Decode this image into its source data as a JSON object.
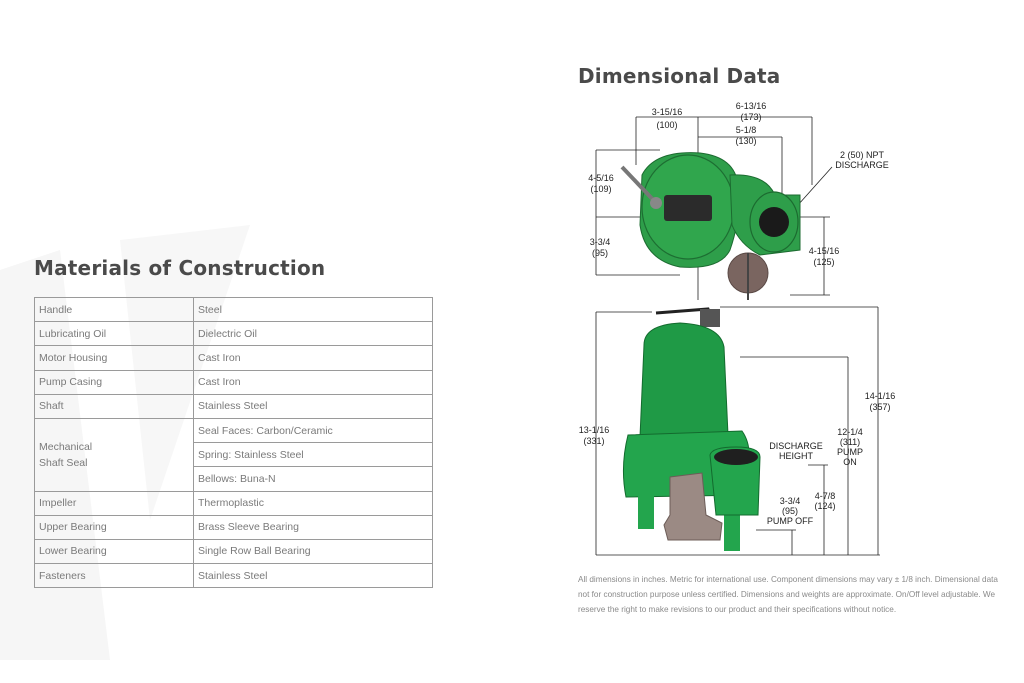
{
  "materials": {
    "title": "Materials of Construction",
    "rows": [
      {
        "part": "Handle",
        "values": [
          "Steel"
        ]
      },
      {
        "part": "Lubricating Oil",
        "values": [
          "Dielectric Oil"
        ]
      },
      {
        "part": "Motor Housing",
        "values": [
          "Cast Iron"
        ]
      },
      {
        "part": "Pump Casing",
        "values": [
          "Cast Iron"
        ]
      },
      {
        "part": "Shaft",
        "values": [
          "Stainless Steel"
        ]
      },
      {
        "part_lines": [
          "Mechanical",
          "Shaft Seal"
        ],
        "values": [
          "Seal Faces: Carbon/Ceramic",
          "Spring: Stainless Steel",
          "Bellows: Buna-N"
        ]
      },
      {
        "part": "Impeller",
        "values": [
          "Thermoplastic"
        ]
      },
      {
        "part": "Upper Bearing",
        "values": [
          "Brass Sleeve Bearing"
        ]
      },
      {
        "part": "Lower Bearing",
        "values": [
          "Single Row Ball Bearing"
        ]
      },
      {
        "part": "Fasteners",
        "values": [
          "Stainless Steel"
        ]
      }
    ]
  },
  "dimensions": {
    "title": "Dimensional Data",
    "top_view": {
      "d1": "3-15/16",
      "d1_mm": "(100)",
      "d2": "6-13/16",
      "d2_mm": "(173)",
      "d3": "5-1/8",
      "d3_mm": "(130)",
      "d4": "4-5/16",
      "d4_mm": "(109)",
      "d5": "3-3/4",
      "d5_mm": "(95)",
      "d6": "4-15/16",
      "d6_mm": "(125)",
      "discharge_1": "2 (50) NPT",
      "discharge_2": "DISCHARGE"
    },
    "side_view": {
      "h1": "13-1/16",
      "h1_mm": "(331)",
      "h2": "14-1/16",
      "h2_mm": "(357)",
      "h3": "12-1/4",
      "h3_mm": "(311)",
      "pump_on_1": "PUMP",
      "pump_on_2": "ON",
      "dh_1": "DISCHARGE",
      "dh_2": "HEIGHT",
      "h4": "3-3/4",
      "h4_mm": "(95)",
      "pump_off": "PUMP OFF",
      "h5": "4-7/8",
      "h5_mm": "(124)"
    },
    "note": "All dimensions in inches. Metric for international use. Component dimensions may vary ± 1/8 inch. Dimensional data not for construction purpose unless certified. Dimensions and weights are approximate. On/Off level adjustable. We reserve the right to make revisions to our product and their specifications without notice."
  }
}
